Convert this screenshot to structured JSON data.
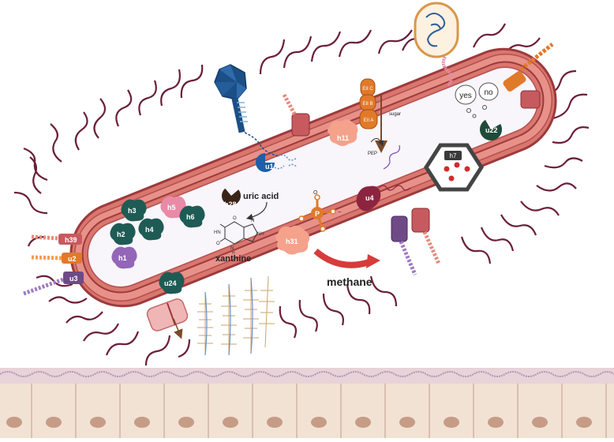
{
  "labels": {
    "uric_acid": "uric acid",
    "xanthine": "xanthine",
    "methane": "methane",
    "sugar": "sugar",
    "pep": "PEP",
    "yes": "yes",
    "no": "no",
    "eiic": "EII C",
    "eiib": "EII B",
    "eiia": "EII A",
    "purine_hn": "HN",
    "purine_nh": "NH",
    "purine_n": "N",
    "purine_h": "H",
    "purine_o": "O",
    "phosphate_p": "P",
    "phosphate_o": "O",
    "phosphate_minus": "−"
  },
  "proteins": {
    "h1": "h1",
    "h2": "h2",
    "h3": "h3",
    "h4": "h4",
    "h5": "h5",
    "h6": "h6",
    "h7": "h7",
    "h11": "h11",
    "h28": "h28",
    "h31": "h31",
    "h39": "h39",
    "u1": "u1",
    "u2": "u2",
    "u3": "u3",
    "u4": "u4",
    "u22": "u22",
    "u24": "u24"
  },
  "colors": {
    "membrane": "#d9766e",
    "membrane_dark": "#9c3a3c",
    "cytoplasm": "#f8f5fb",
    "flagella": "#6b1f3a",
    "teal_protein": "#1f5b55",
    "pink_protein": "#e98aa6",
    "purple_protein": "#9366b8",
    "peach_protein": "#f4a28c",
    "orange_transporter": "#e07a2a",
    "navy": "#1c4f86",
    "red_arrow": "#d83b3b",
    "tissue": "#f2e2d4",
    "tissue_nucleus": "#c69c86"
  }
}
